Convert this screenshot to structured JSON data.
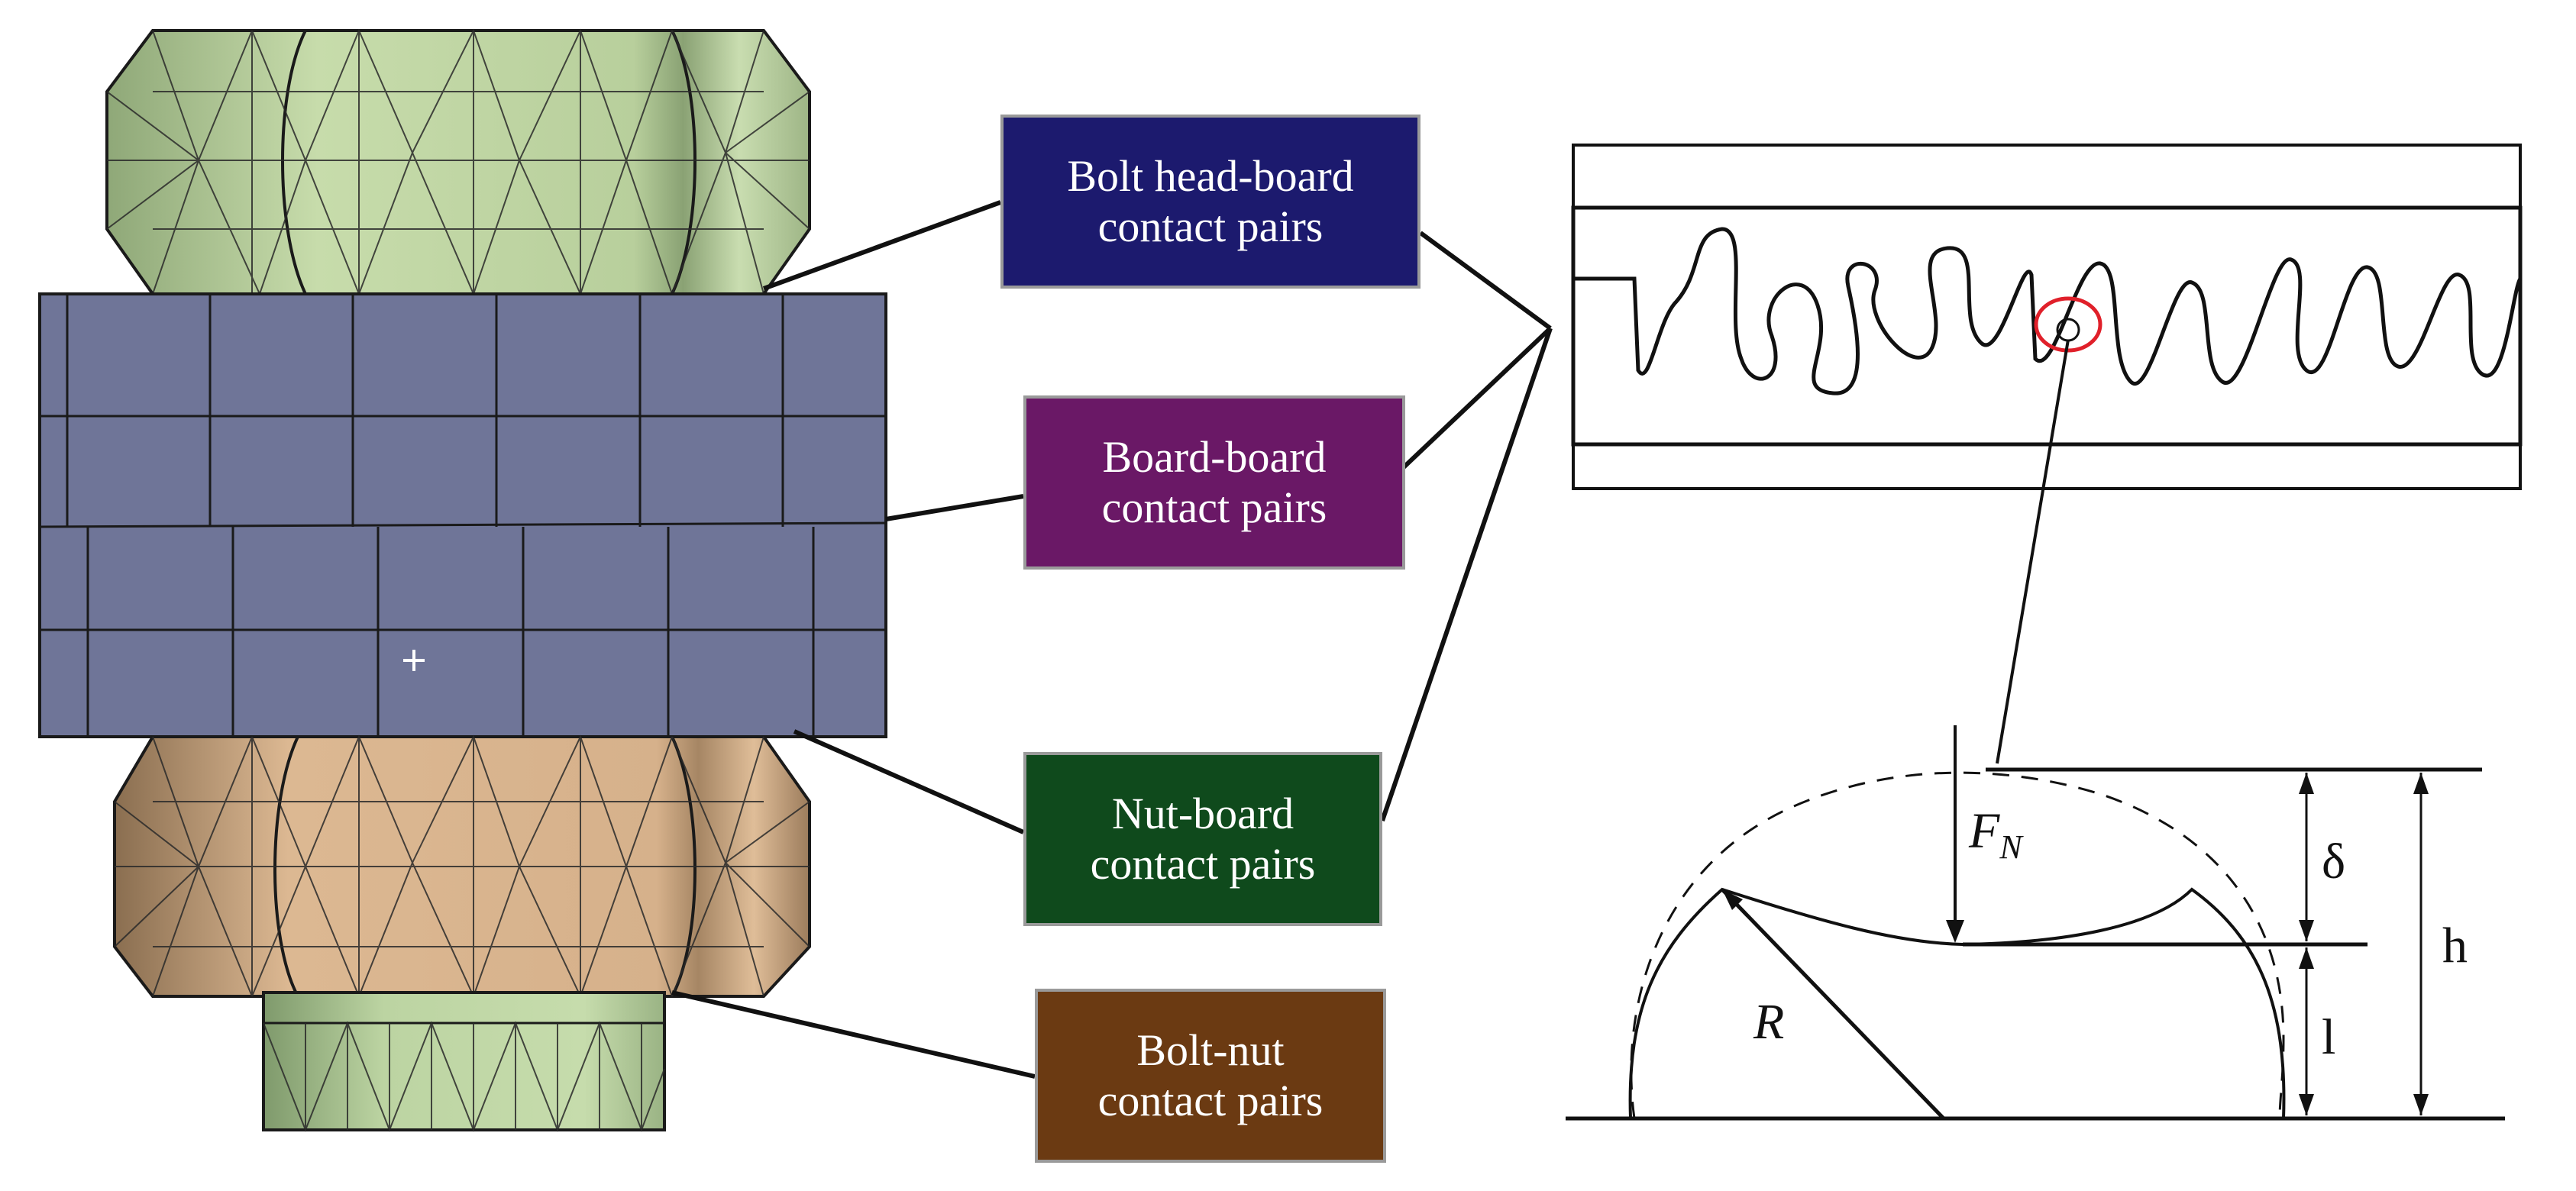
{
  "labels": {
    "bolt_head_board": {
      "line1": "Bolt head-board",
      "line2": "contact pairs",
      "color": "#1c1a6e"
    },
    "board_board": {
      "line1": "Board-board",
      "line2": "contact pairs",
      "color": "#6a1866"
    },
    "nut_board": {
      "line1": "Nut-board",
      "line2": "contact pairs",
      "color": "#0f4a1c"
    },
    "bolt_nut": {
      "line1": "Bolt-nut",
      "line2": "contact pairs",
      "color": "#6b3a12"
    }
  },
  "asperity": {
    "force": "F",
    "force_sub": "N",
    "radius": "R",
    "delta": "δ",
    "height": "h",
    "length": "l"
  },
  "colors": {
    "bolt_head": "#c3d8a5",
    "board": "#6f7598",
    "nut": "#d9b48d",
    "shank": "#b9d3a0",
    "highlight": "#e0202a"
  }
}
